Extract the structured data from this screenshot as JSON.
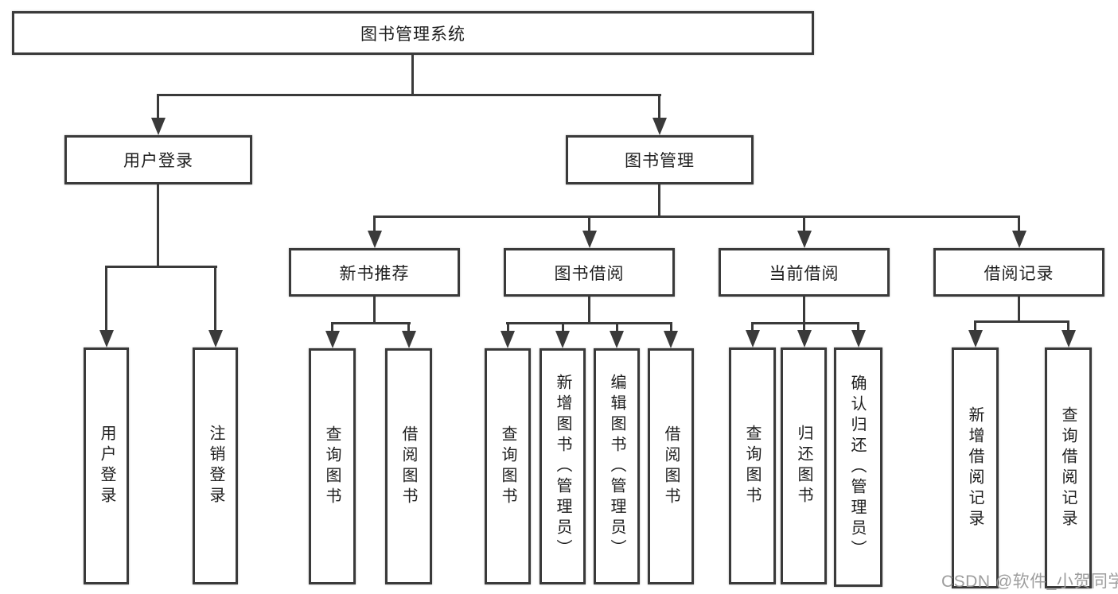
{
  "colors": {
    "background": "#ffffff",
    "line": "#3a3a3a",
    "box_border": "#3a3a3a",
    "box_fill": "#ffffff",
    "text": "#1e1e1e",
    "watermark": "#989898"
  },
  "watermark": "CSDN @软件_小贺同学",
  "tree": {
    "root": "图书管理系统",
    "branches": [
      {
        "label": "用户登录",
        "children": [
          "用户登录",
          "注销登录"
        ]
      },
      {
        "label": "图书管理",
        "groups": [
          {
            "label": "新书推荐",
            "children": [
              "查询图书",
              "借阅图书"
            ]
          },
          {
            "label": "图书借阅",
            "children": [
              "查询图书",
              "新增图书（管理员）",
              "编辑图书（管理员）",
              "借阅图书"
            ]
          },
          {
            "label": "当前借阅",
            "children": [
              "查询图书",
              "归还图书",
              "确认归还（管理员）"
            ]
          },
          {
            "label": "借阅记录",
            "children": [
              "新增借阅记录",
              "查询借阅记录"
            ]
          }
        ]
      }
    ]
  }
}
